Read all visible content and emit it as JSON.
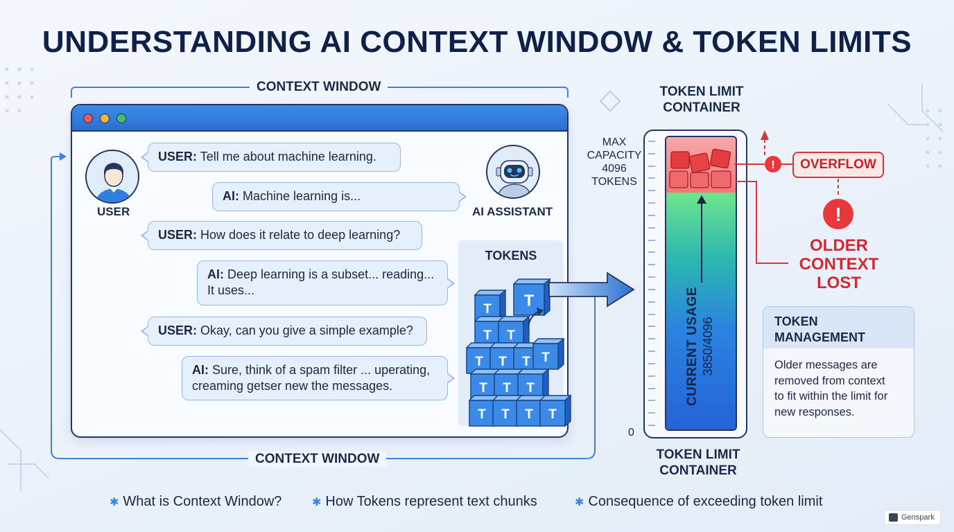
{
  "title": "UNDERSTANDING AI CONTEXT WINDOW & TOKEN LIMITS",
  "context_window": {
    "top_label": "CONTEXT WINDOW",
    "bottom_label": "CONTEXT WINDOW"
  },
  "participants": {
    "user_label": "USER",
    "ai_label": "AI ASSISTANT"
  },
  "messages": [
    {
      "speaker": "USER:",
      "text": "Tell me about machine learning."
    },
    {
      "speaker": "AI:",
      "text": "Machine learning is..."
    },
    {
      "speaker": "USER:",
      "text": "How does it relate to deep learning?"
    },
    {
      "speaker": "AI:",
      "text": "Deep learning is a subset... reading...",
      "text2": "It uses..."
    },
    {
      "speaker": "USER:",
      "text": "Okay, can you give a simple example?"
    },
    {
      "speaker": "AI:",
      "text": "Sure, think of a spam filter ... uperating,",
      "text2": "creaming getser new the messages."
    }
  ],
  "tokens": {
    "title": "TOKENS",
    "glyph": "T"
  },
  "token_limit": {
    "title_top_line1": "TOKEN LIMIT",
    "title_top_line2": "CONTAINER",
    "title_bottom_line1": "TOKEN LIMIT",
    "title_bottom_line2": "CONTAINER",
    "max_line1": "MAX",
    "max_line2": "CAPACITY",
    "max_line3": "4096",
    "max_line4": "TOKENS",
    "zero": "0",
    "usage_label": "CURRENT USAGE",
    "usage_value": "3850/4096",
    "usage_fraction": 0.81,
    "overflow_fraction": 0.19
  },
  "overflow": {
    "badge": "OVERFLOW",
    "lost_line1": "OLDER",
    "lost_line2": "CONTEXT",
    "lost_line3": "LOST"
  },
  "management": {
    "title_line1": "TOKEN",
    "title_line2": "MANAGEMENT",
    "body_line1": "Older messages are",
    "body_line2": "removed from context",
    "body_line3": "to fit within the limit for",
    "body_line4": "new responses."
  },
  "footer": [
    "What is Context Window?",
    "How Tokens represent text chunks",
    "Consequence of exceeding token limit"
  ],
  "brand": "Genspark",
  "colors": {
    "navy": "#0f2147",
    "accent_blue": "#2a6fd1",
    "danger_red": "#cf2a31",
    "usage_green": "#6ee58c"
  }
}
